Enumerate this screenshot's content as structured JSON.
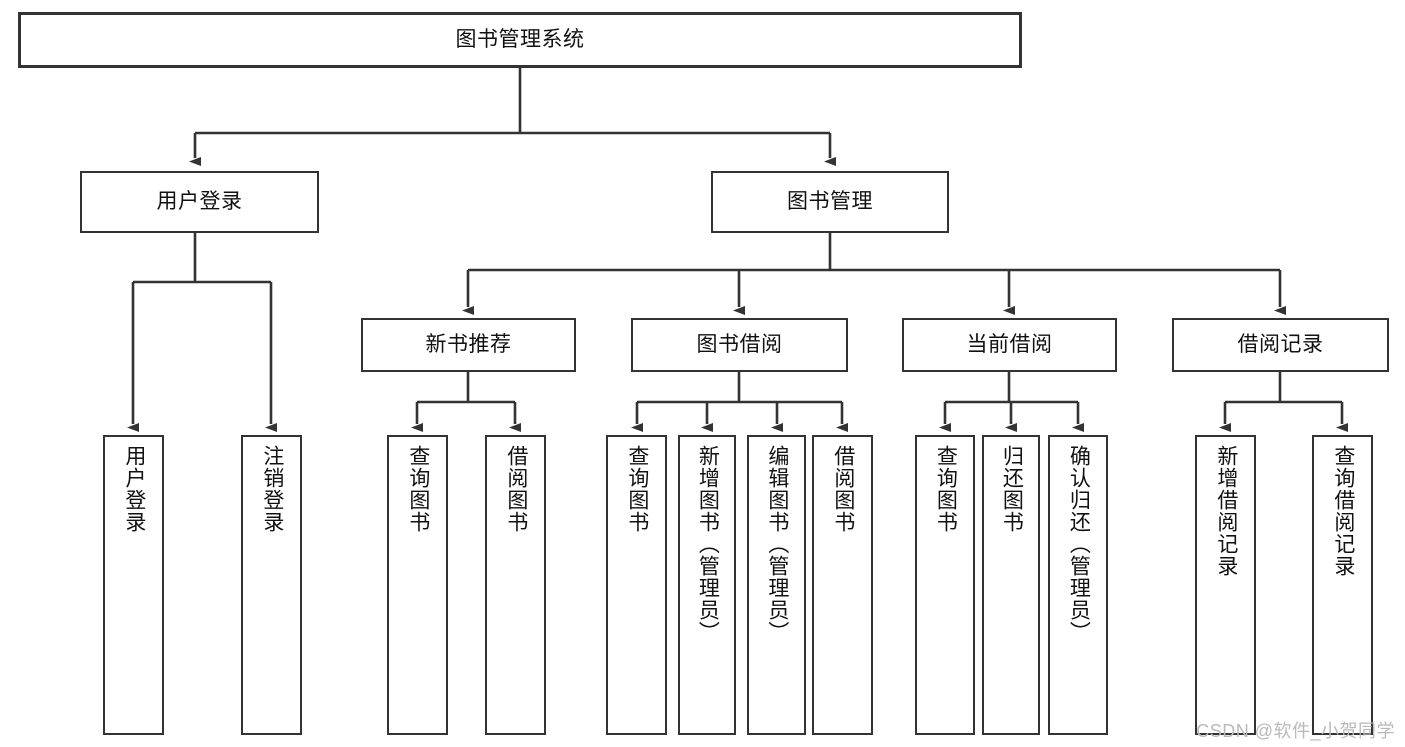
{
  "diagram": {
    "title": "图书管理系统",
    "watermark": "CSDN @软件_小贺同学",
    "type": "tree-hierarchy-diagram",
    "colors": {
      "box_border": "#333333",
      "box_fill": "#ffffff",
      "connector": "#333333",
      "text": "#111111",
      "watermark": "#b9b9b9",
      "background": "#ffffff"
    },
    "root": {
      "label": "图书管理系统"
    },
    "level2": [
      {
        "label": "用户登录"
      },
      {
        "label": "图书管理"
      }
    ],
    "level3": [
      {
        "label": "新书推荐"
      },
      {
        "label": "图书借阅"
      },
      {
        "label": "当前借阅"
      },
      {
        "label": "借阅记录"
      }
    ],
    "leaves": {
      "user_login": [
        {
          "label": "用户登录"
        },
        {
          "label": "注销登录"
        }
      ],
      "new_book_recommend": [
        {
          "label": "查询图书"
        },
        {
          "label": "借阅图书"
        }
      ],
      "book_borrow": [
        {
          "label": "查询图书"
        },
        {
          "label": "新增图书（管理员）"
        },
        {
          "label": "编辑图书（管理员）"
        },
        {
          "label": "借阅图书"
        }
      ],
      "current_borrow": [
        {
          "label": "查询图书"
        },
        {
          "label": "归还图书"
        },
        {
          "label": "确认归还（管理员）"
        }
      ],
      "borrow_record": [
        {
          "label": "新增借阅记录"
        },
        {
          "label": "查询借阅记录"
        }
      ]
    }
  }
}
